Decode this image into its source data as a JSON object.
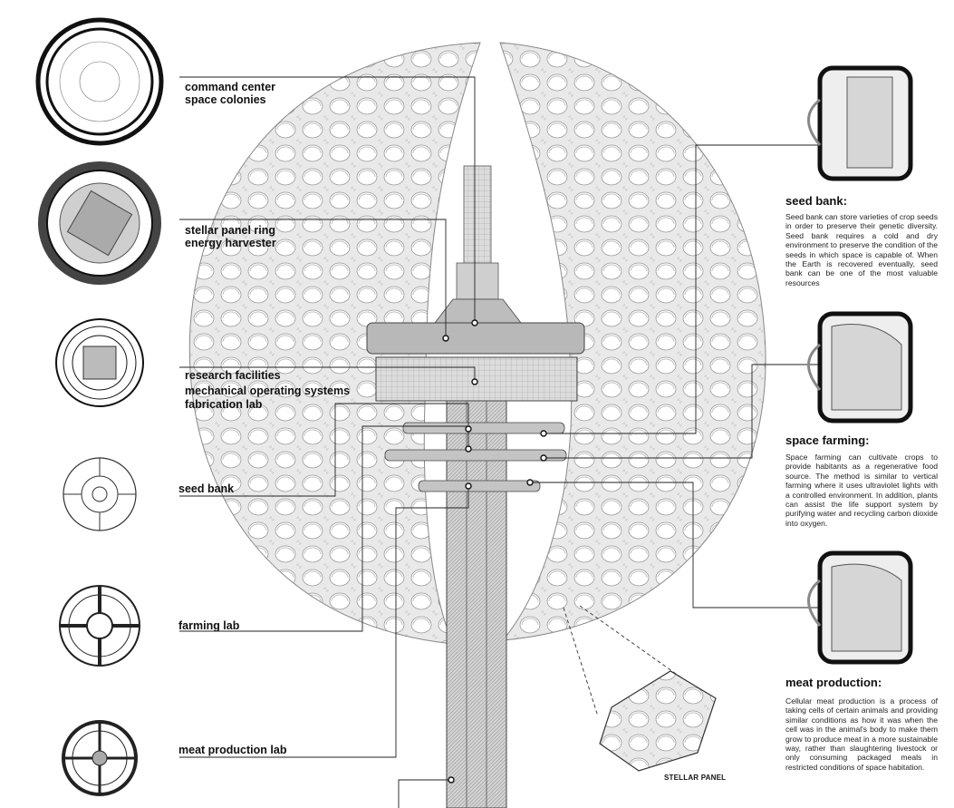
{
  "labels": {
    "command_center": "command center",
    "space_colonies": "space colonies",
    "stellar_panel_ring": "stellar panel ring",
    "energy_harvester": "energy harvester",
    "research_facilities": "research facilities",
    "mechanical_operating_systems": "mechanical operating systems",
    "fabrication_lab": "fabrication lab",
    "seed_bank": "seed bank",
    "farming_lab": "farming lab",
    "meat_production_lab": "meat production lab"
  },
  "sections": [
    {
      "title": "seed bank:",
      "body": "Seed bank can store varieties of crop seeds in order to preserve their genetic diversity. Seed bank requires a cold and dry environment to preserve the condition of the seeds in which space is capable of. When the Earth is recovered eventually, seed bank can be one of the most valuable resources"
    },
    {
      "title": "space farming:",
      "body": "Space farming can cultivate crops to provide habitants as a regenerative food source. The method is similar to vertical farming where it uses ultraviolet lights with a controlled environment. In addition, plants can assist the life support system by purifying water and recycling carbon dioxide into oxygen."
    },
    {
      "title": "meat production:",
      "body": "Cellular meat production is a process of taking cells of certain animals and providing similar conditions as how it was when the cell was in the animal's body to make them grow to produce meat in a more sustainable way, rather than slaughtering livestock or only consuming packaged meals in restricted conditions of space habitation."
    }
  ],
  "caption": "STELLAR PANEL"
}
